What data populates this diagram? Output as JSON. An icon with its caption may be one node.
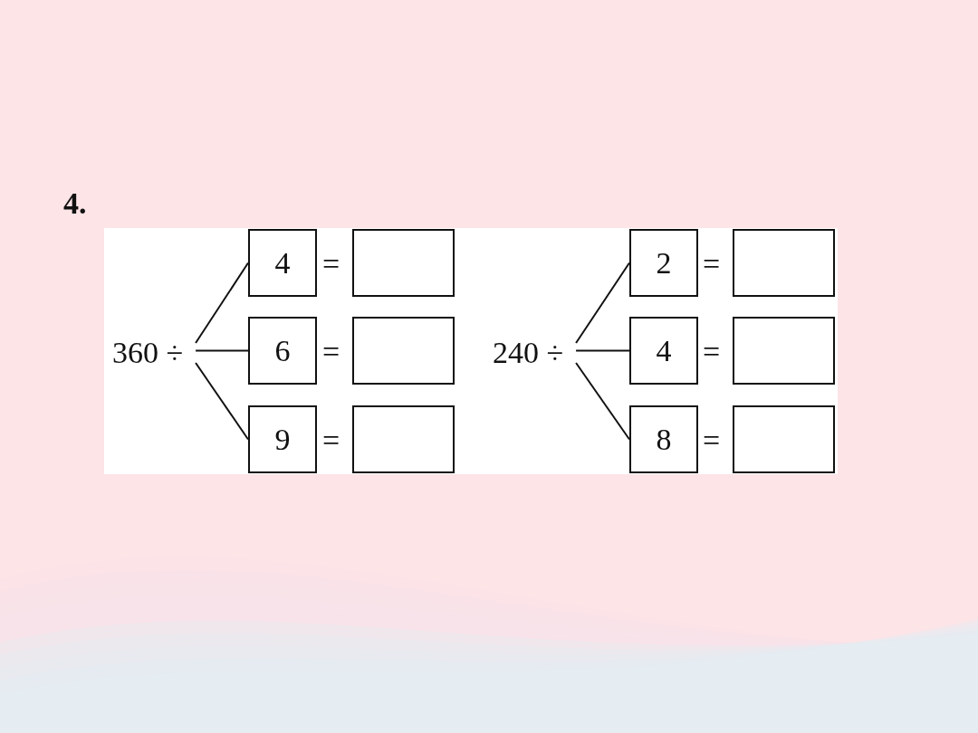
{
  "diagram": {
    "nodes": [
      {
        "text": [
          "360 ÷"
        ]
      },
      {
        "text": [
          "4"
        ]
      },
      {
        "text": [
          "6"
        ]
      },
      {
        "text": [
          "9"
        ]
      },
      {
        "text": [],
        "shape": "box"
      },
      {
        "text": [],
        "shape": "box"
      },
      {
        "text": [],
        "shape": "box"
      },
      {
        "text": [
          "240 ÷"
        ]
      },
      {
        "text": [
          "2"
        ]
      },
      {
        "text": [
          "4"
        ]
      },
      {
        "text": [
          "8"
        ]
      },
      {
        "text": [],
        "shape": "box"
      },
      {
        "text": [],
        "shape": "box"
      },
      {
        "text": [],
        "shape": "box"
      }
    ],
    "edges": [
      {
        "from": 0,
        "to": 1,
        "arrow": "none"
      },
      {
        "from": 0,
        "to": 2,
        "arrow": "none"
      },
      {
        "from": 0,
        "to": 3,
        "arrow": "none"
      },
      {
        "from": 7,
        "to": 8,
        "arrow": "none"
      },
      {
        "from": 7,
        "to": 9,
        "arrow": "none"
      },
      {
        "from": 7,
        "to": 10,
        "arrow": "none"
      }
    ],
    "labels": [
      "4.",
      "=",
      "=",
      "=",
      "=",
      "=",
      "="
    ]
  }
}
